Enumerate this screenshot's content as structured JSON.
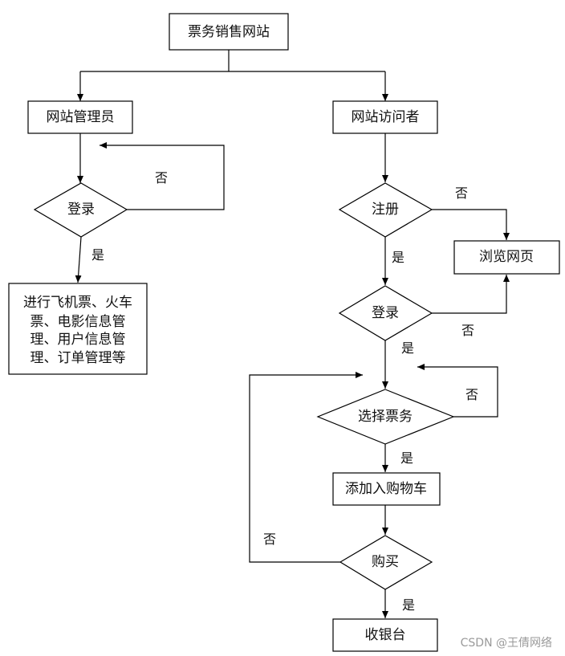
{
  "nodes": {
    "top": "票务销售网站",
    "admin": "网站管理员",
    "visitor": "网站访问者",
    "admin_login": "登录",
    "admin_tasks": [
      "进行飞机票、火车",
      "票、电影信息管",
      "理、用户信息管",
      "理、订单管理等"
    ],
    "register": "注册",
    "browse": "浏览网页",
    "visitor_login": "登录",
    "select": "选择票务",
    "cart": "添加入购物车",
    "buy": "购买",
    "checkout": "收银台"
  },
  "edge_labels": {
    "admin_login_no": "否",
    "admin_login_yes": "是",
    "register_no": "否",
    "register_yes": "是",
    "visitor_login_no": "否",
    "visitor_login_yes": "是",
    "select_no": "否",
    "select_yes": "是",
    "buy_no": "否",
    "buy_yes": "是"
  },
  "watermark": "CSDN @王倩网络"
}
